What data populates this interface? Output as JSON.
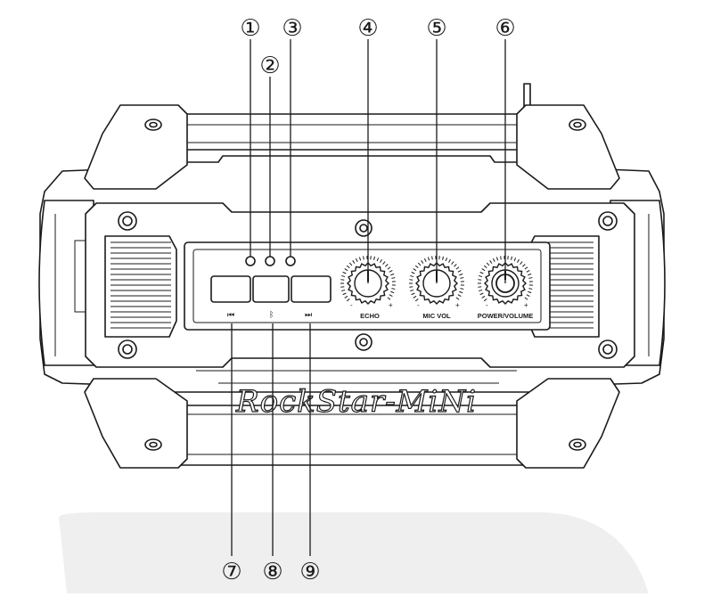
{
  "brand_text": "RockStar-MiNi",
  "callouts": [
    {
      "num": "①",
      "part": "indicator-led"
    },
    {
      "num": "②",
      "part": "indicator-led"
    },
    {
      "num": "③",
      "part": "indicator-led"
    },
    {
      "num": "④",
      "part": "echo-knob"
    },
    {
      "num": "⑤",
      "part": "mic-vol-knob"
    },
    {
      "num": "⑥",
      "part": "power-volume-knob"
    },
    {
      "num": "⑦",
      "part": "previous-button"
    },
    {
      "num": "⑧",
      "part": "bluetooth-button"
    },
    {
      "num": "⑨",
      "part": "next-button"
    }
  ],
  "knobs": [
    {
      "label": "ECHO",
      "minus": "-",
      "plus": "+"
    },
    {
      "label": "MIC VOL",
      "minus": "-",
      "plus": "+"
    },
    {
      "label": "POWER/VOLUME",
      "minus": "-",
      "plus": "+"
    }
  ],
  "buttons": [
    {
      "icon": "previous-track-icon",
      "glyph": "⏮"
    },
    {
      "icon": "bluetooth-icon",
      "glyph": "ᛒ"
    },
    {
      "icon": "next-track-icon",
      "glyph": "⏭"
    }
  ],
  "colors": {
    "line": "#1a1a1a",
    "floor_shadow": "#efefef",
    "background": "#ffffff"
  }
}
